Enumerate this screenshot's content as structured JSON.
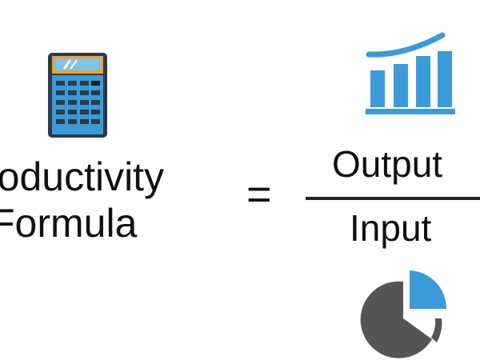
{
  "formula": {
    "lhs_line1": "roductivity",
    "lhs_line2": "Formula",
    "equals": "=",
    "numerator": "Output",
    "denominator": "Input"
  },
  "icons": {
    "calculator": "calculator-icon",
    "bar_chart": "bar-chart-icon",
    "pie_chart": "pie-chart-icon"
  },
  "colors": {
    "blue": "#3a9bd8",
    "dark": "#2b3a48",
    "gray": "#555555",
    "orange": "#f5a122",
    "text": "#111111"
  }
}
